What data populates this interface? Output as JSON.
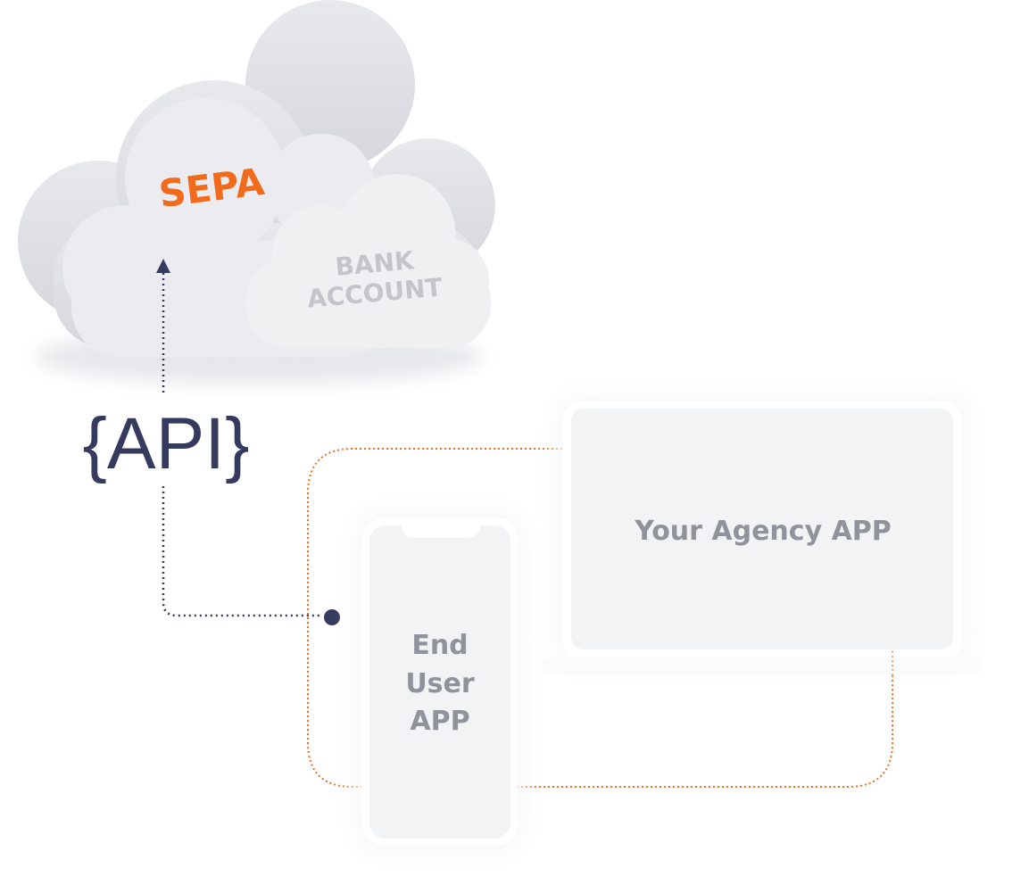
{
  "cloud": {
    "primary_label": "SEPA",
    "secondary_label_line1": "BANK",
    "secondary_label_line2": "ACCOUNT"
  },
  "api": {
    "label": "{API}"
  },
  "devices": {
    "laptop_label": "Your Agency APP",
    "phone_label_lines": [
      "End",
      "User",
      "APP"
    ]
  },
  "colors": {
    "accent_orange": "#f26b1d",
    "navy": "#353a5e",
    "device_text": "#8e939c",
    "cloud": "#e3e4e9"
  }
}
